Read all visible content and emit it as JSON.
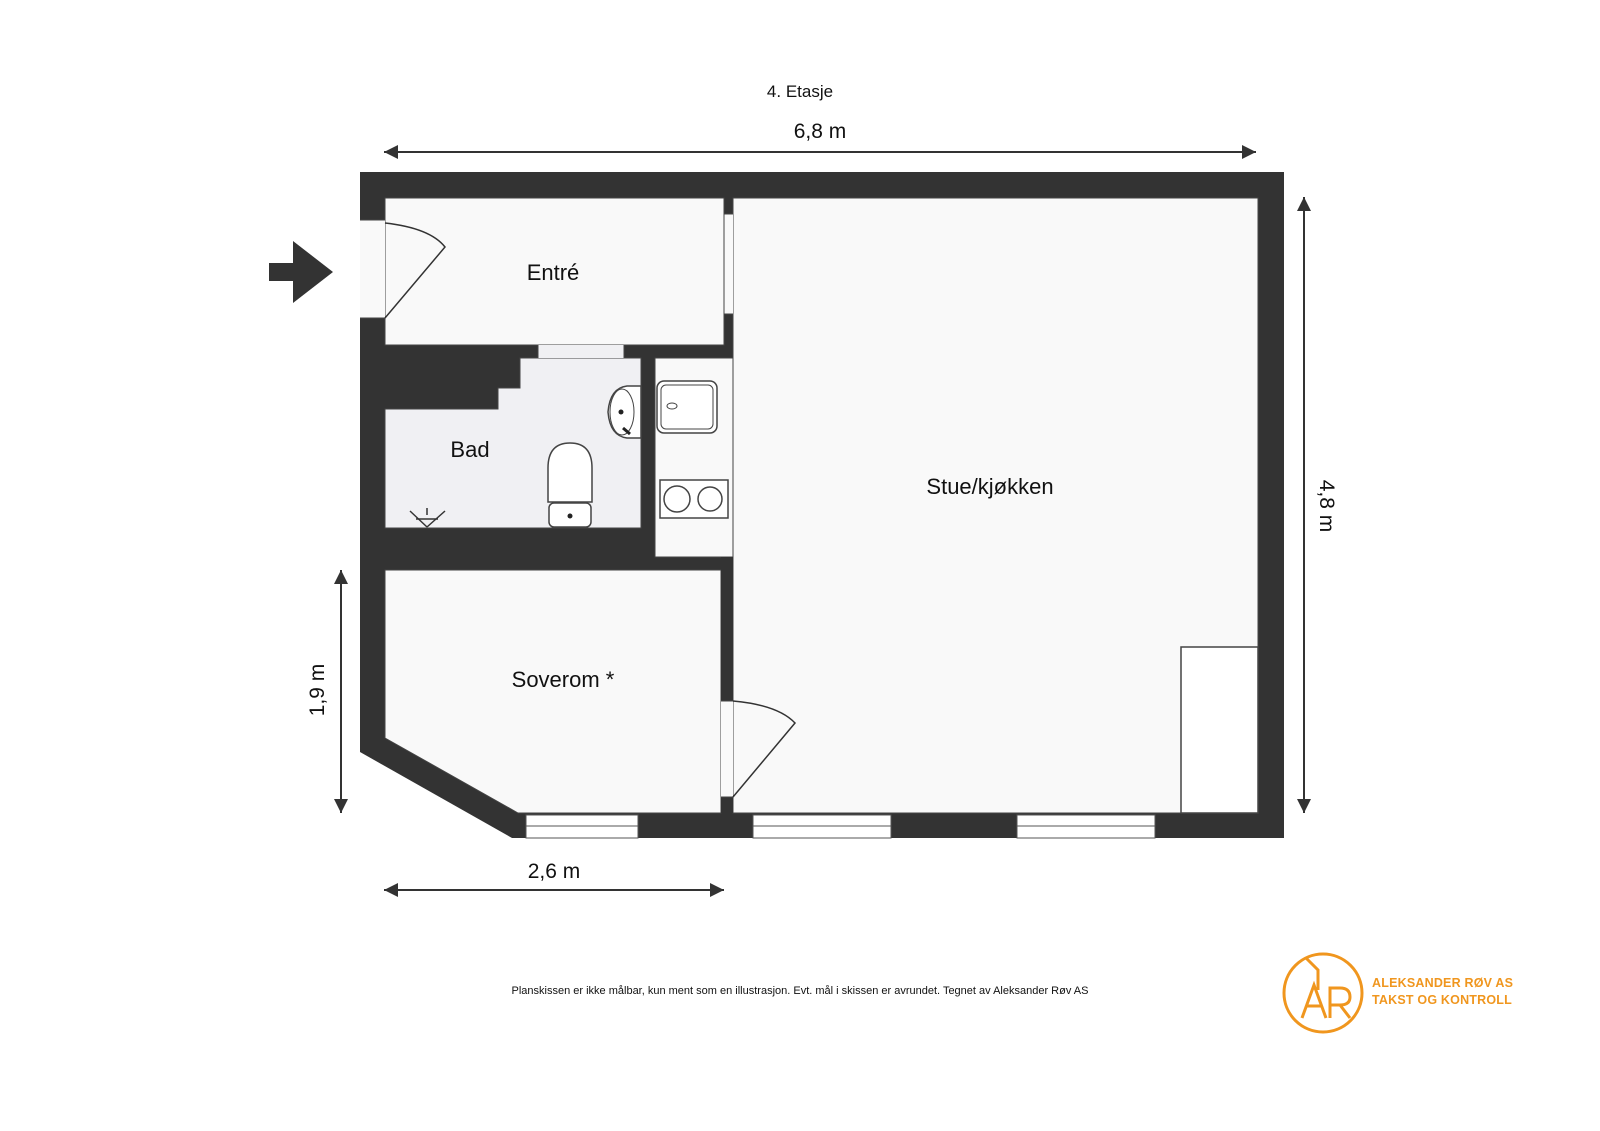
{
  "floor_title": "4. Etasje",
  "dimensions": {
    "top_width": "6,8 m",
    "right_height": "4,8 m",
    "left_height": "1,9 m",
    "bottom_width": "2,6 m"
  },
  "rooms": [
    {
      "name": "Entré"
    },
    {
      "name": "Bad"
    },
    {
      "name": "Stue/kjøkken"
    },
    {
      "name": "Soverom *"
    }
  ],
  "entrance_arrow": "entrance-arrow-icon",
  "disclaimer": "Planskissen er ikke målbar, kun ment som en illustrasjon. Evt. mål i skissen er avrundet. Tegnet av Aleksander Røv AS",
  "logo": {
    "monogram": "AR",
    "line1": "ALEKSANDER RØV AS",
    "line2": "TAKST OG KONTROLL",
    "color": "#f0961e"
  },
  "colors": {
    "wall": "#333333",
    "floor": "#f9f9f9",
    "bath_floor": "#f0f0f3"
  }
}
